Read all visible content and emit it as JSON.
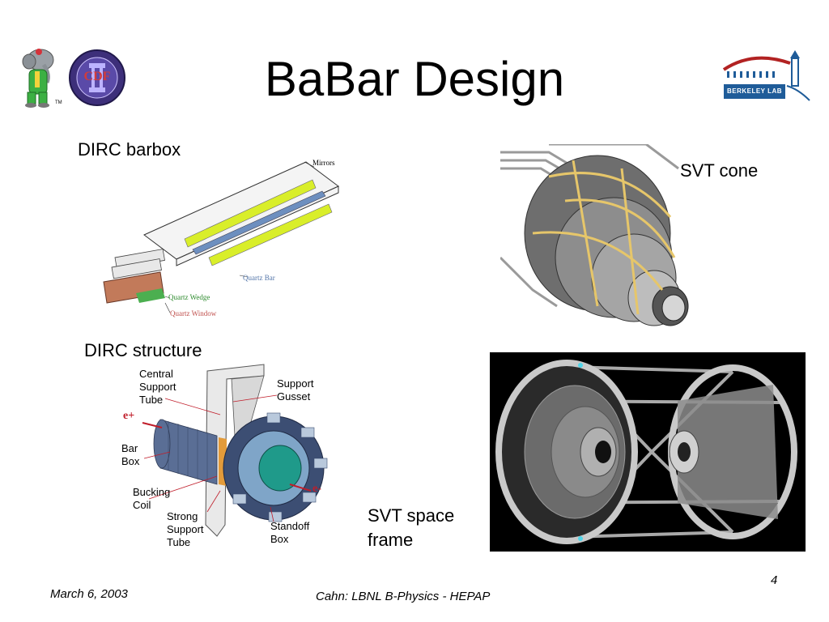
{
  "slide": {
    "title": "BaBar Design",
    "page_number": "4",
    "footer_date": "March 6, 2003",
    "footer_center": "Cahn:  LBNL B-Physics - HEPAP"
  },
  "logos": {
    "babar_tm": "TM",
    "cdf_text": "CDF",
    "berkeley_lab_text": "BERKELEY LAB"
  },
  "figures": {
    "dirc_barbox": {
      "caption": "DIRC barbox",
      "labels": {
        "mirrors": "Mirrors",
        "quartz_bar": "Quartz Bar",
        "quartz_wedge": "Quartz Wedge",
        "quartz_window": "Quartz Window"
      }
    },
    "svt_cone": {
      "caption": "SVT cone"
    },
    "dirc_structure": {
      "caption": "DIRC structure",
      "labels": {
        "central_support_tube_1": "Central",
        "central_support_tube_2": "Support",
        "central_support_tube_3": "Tube",
        "support_gusset_1": "Support",
        "support_gusset_2": "Gusset",
        "e_plus": "e+",
        "bar_box_1": "Bar",
        "bar_box_2": "Box",
        "bucking_coil_1": "Bucking",
        "bucking_coil_2": "Coil",
        "strong_support_tube_1": "Strong",
        "strong_support_tube_2": "Support",
        "strong_support_tube_3": "Tube",
        "standoff_box_1": "Standoff",
        "standoff_box_2": "Box",
        "e_minus": "e-"
      }
    },
    "svt_space_frame": {
      "caption_line1": "SVT space",
      "caption_line2": "frame"
    }
  },
  "colors": {
    "quartz_bar_label": "#5577aa",
    "quartz_wedge_label": "#2e8b2e",
    "quartz_window_label": "#c0504d",
    "yellow_bar": "#d9ee2a",
    "cone_gold": "#e6c66a",
    "frame_background": "#000000",
    "berkeley_red": "#b22222",
    "berkeley_blue": "#1f5c99"
  }
}
